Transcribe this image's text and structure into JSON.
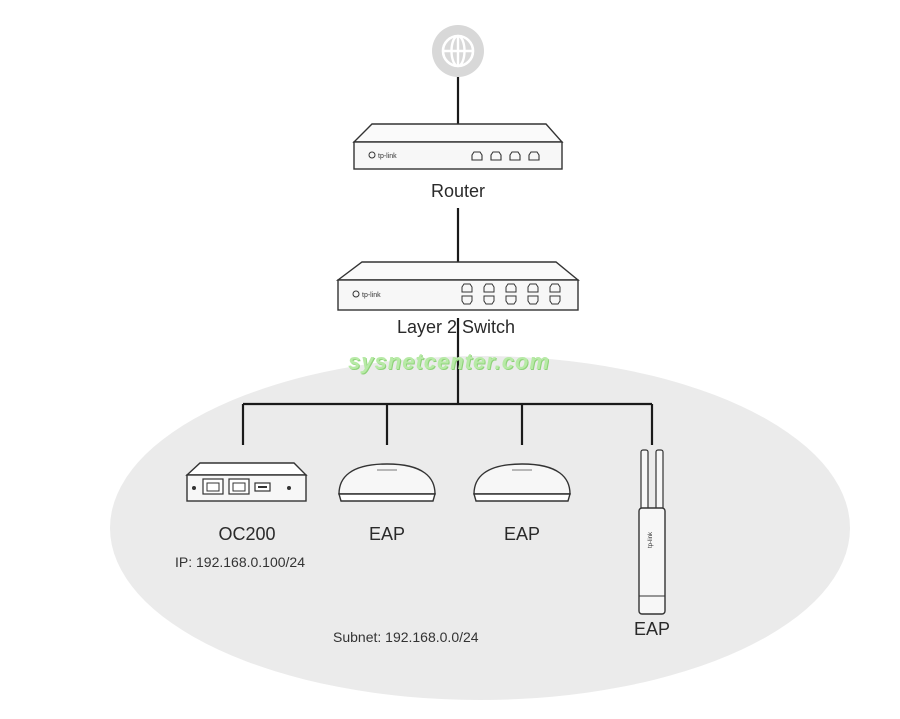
{
  "nodes": {
    "router": {
      "label": "Router",
      "brand": "tp-link"
    },
    "switch": {
      "label": "Layer 2 Switch",
      "brand": "tp-link"
    },
    "controller": {
      "label": "OC200",
      "ip": "IP: 192.168.0.100/24"
    },
    "eap1": {
      "label": "EAP"
    },
    "eap2": {
      "label": "EAP"
    },
    "eap3": {
      "label": "EAP",
      "brand": "tp-link"
    }
  },
  "subnet_label": "Subnet: 192.168.0.0/24",
  "watermark": "sysnetcenter.com",
  "colors": {
    "line": "#1a1a1a",
    "subnet_fill": "#ebebeb",
    "device_fill": "#f7f7f7",
    "device_stroke": "#333333",
    "globe_fill": "#d8d8d8",
    "watermark": "#b7eaa6"
  },
  "icons": [
    "globe-icon",
    "router-icon",
    "switch-icon",
    "controller-icon",
    "ceiling-ap-icon",
    "outdoor-ap-icon"
  ]
}
